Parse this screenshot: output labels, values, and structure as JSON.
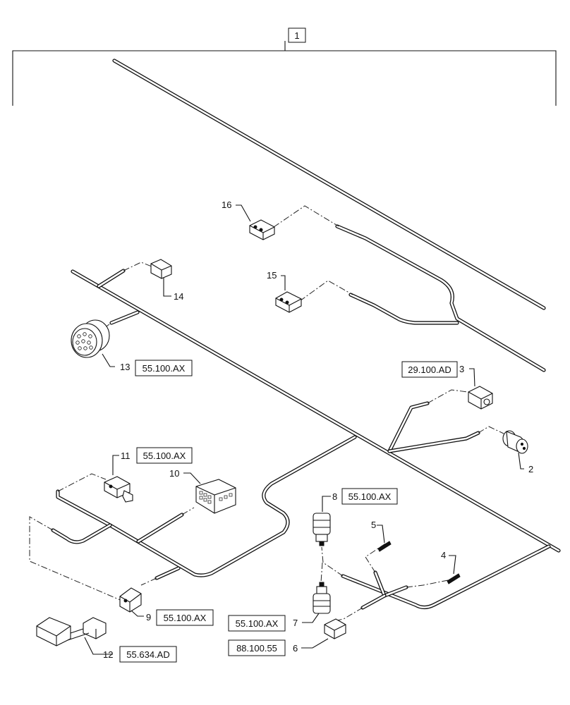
{
  "items": [
    {
      "id": "1",
      "num": "1",
      "ref": ""
    },
    {
      "id": "2",
      "num": "2",
      "ref": ""
    },
    {
      "id": "3",
      "num": "3",
      "ref": "29.100.AD"
    },
    {
      "id": "4",
      "num": "4",
      "ref": ""
    },
    {
      "id": "5",
      "num": "5",
      "ref": ""
    },
    {
      "id": "6",
      "num": "6",
      "ref": "88.100.55"
    },
    {
      "id": "7",
      "num": "7",
      "ref": "55.100.AX"
    },
    {
      "id": "8",
      "num": "8",
      "ref": "55.100.AX"
    },
    {
      "id": "9",
      "num": "9",
      "ref": "55.100.AX"
    },
    {
      "id": "10",
      "num": "10",
      "ref": ""
    },
    {
      "id": "11",
      "num": "11",
      "ref": "55.100.AX"
    },
    {
      "id": "12",
      "num": "12",
      "ref": "55.634.AD"
    },
    {
      "id": "13",
      "num": "13",
      "ref": "55.100.AX"
    },
    {
      "id": "14",
      "num": "14",
      "ref": ""
    },
    {
      "id": "15",
      "num": "15",
      "ref": ""
    },
    {
      "id": "16",
      "num": "16",
      "ref": ""
    }
  ]
}
